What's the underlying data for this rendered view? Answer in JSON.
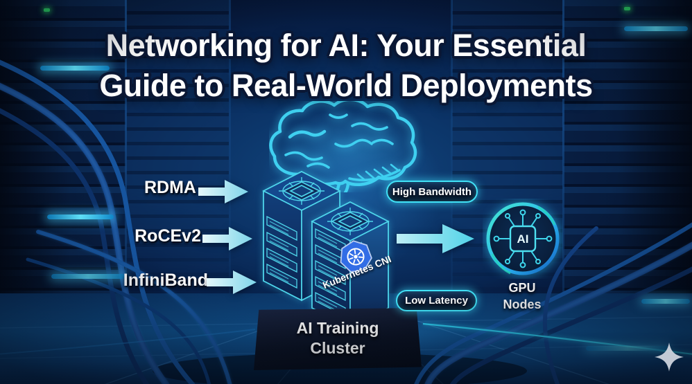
{
  "title": {
    "line1": "Networking for AI: Your Essential",
    "line2": "Guide to Real-World Deployments"
  },
  "protocols": [
    {
      "label": "RDMA"
    },
    {
      "label": "RoCEv2"
    },
    {
      "label": "InfiniBand"
    }
  ],
  "badges": [
    {
      "label": "High Bandwidth"
    },
    {
      "label": "Low Latency"
    }
  ],
  "cluster": {
    "kubernetes_label": "Kubernetes CNI",
    "platform_label": "AI Training Cluster"
  },
  "gpu": {
    "chip_label": "AI",
    "label": "GPU Nodes"
  },
  "icons": {
    "brain": "brain-icon",
    "cpu_chip": "cpu-chip-icon",
    "kubernetes": "kubernetes-helm-icon",
    "ai_chip": "ai-chip-icon",
    "sparkle": "sparkle-watermark-icon"
  },
  "colors": {
    "accent_cyan": "#3fe1f7",
    "arrow_pale": "#bfeef6",
    "kubernetes_blue": "#326de6",
    "badge_background": "#0a1c36",
    "background_navy": "#071f47",
    "cable_blue": "#1a5aa8",
    "title_white": "#ffffff"
  }
}
